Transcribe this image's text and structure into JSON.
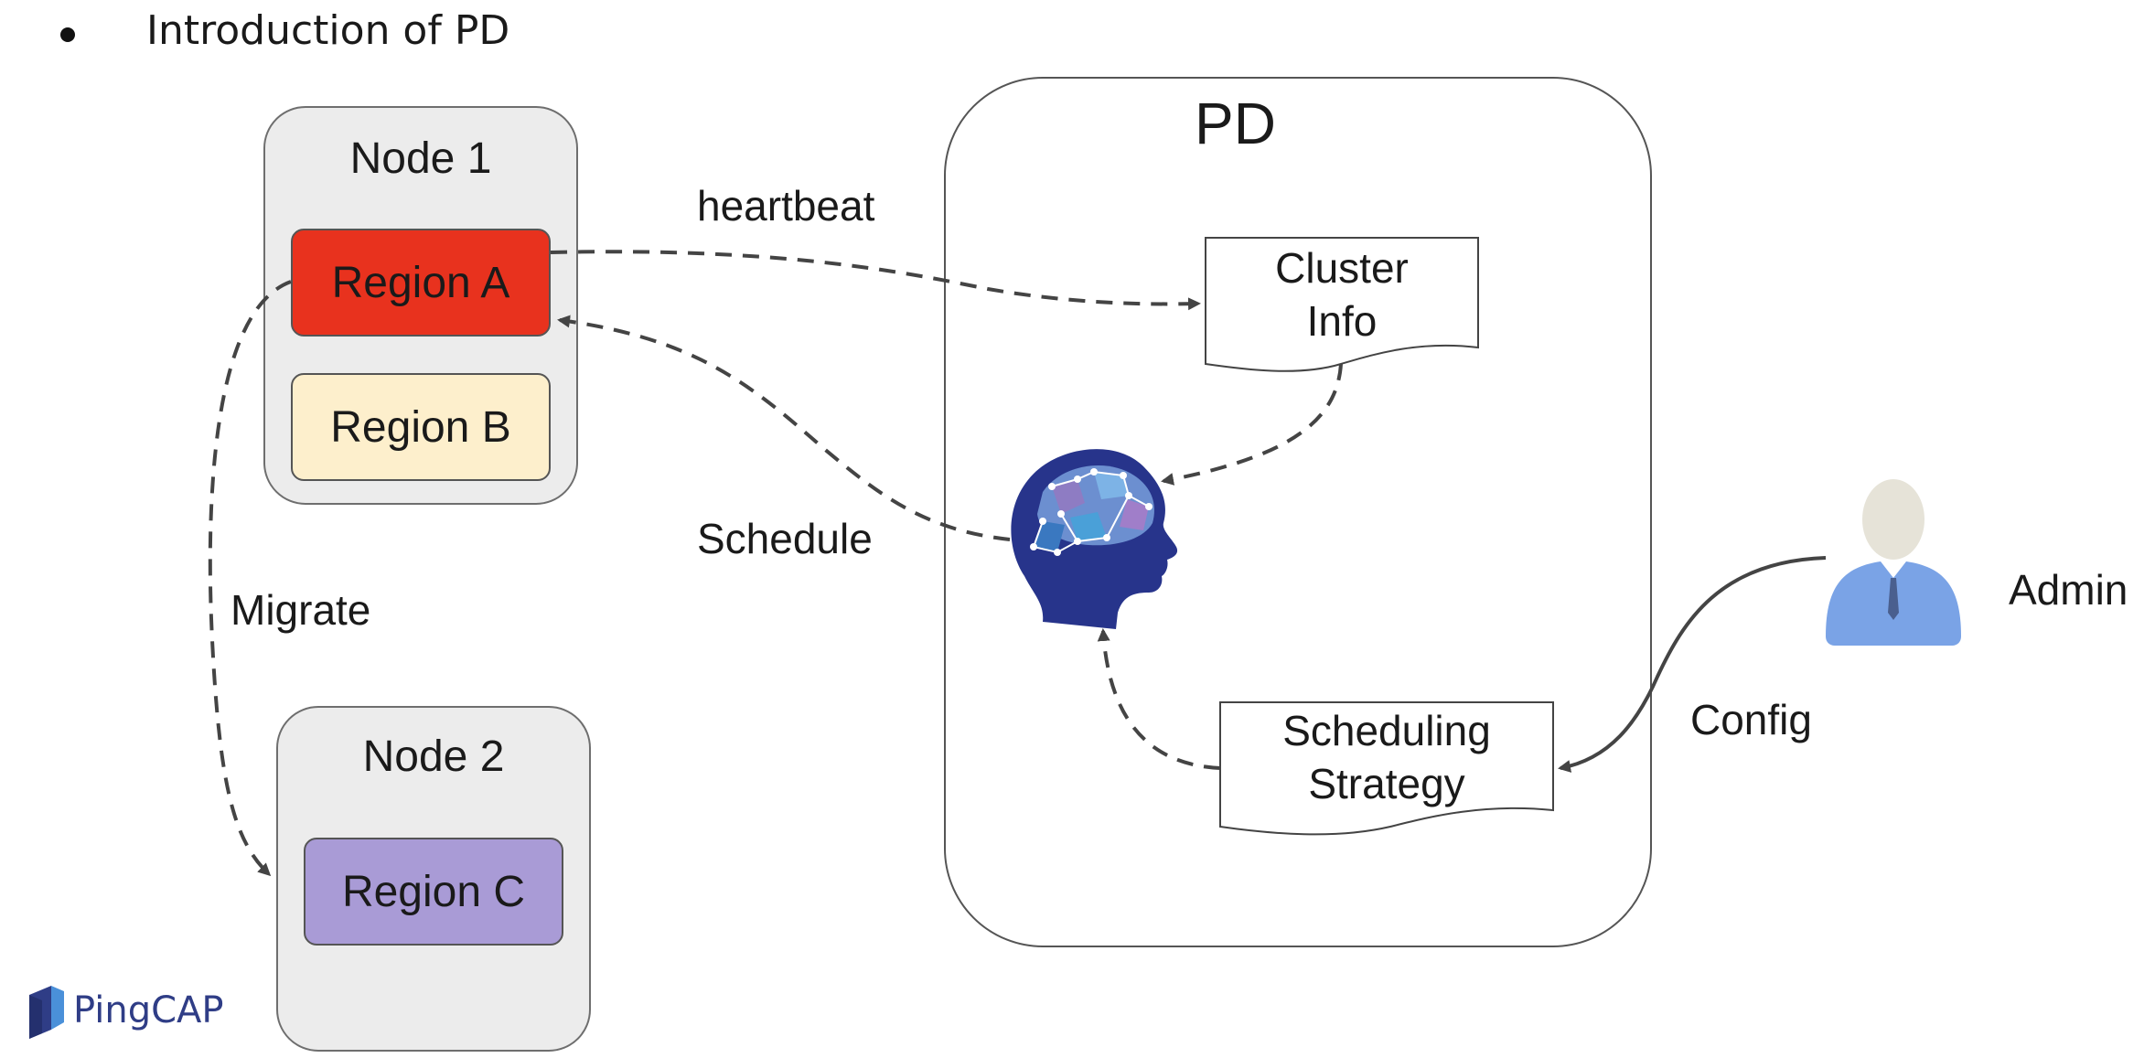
{
  "slide": {
    "title": "Introduction of PD"
  },
  "nodes": [
    {
      "label": "Node 1",
      "regions": [
        {
          "label": "Region A",
          "color": "#e8321e"
        },
        {
          "label": "Region B",
          "color": "#fdefcc"
        }
      ]
    },
    {
      "label": "Node 2",
      "regions": [
        {
          "label": "Region C",
          "color": "#a99bd6"
        }
      ]
    }
  ],
  "pd": {
    "title": "PD",
    "cluster_info": "Cluster\nInfo",
    "scheduling_strategy": "Scheduling\nStrategy",
    "brain_icon": "brain-icon"
  },
  "edges": {
    "heartbeat": "heartbeat",
    "schedule": "Schedule",
    "migrate": "Migrate",
    "config": "Config"
  },
  "admin": {
    "label": "Admin",
    "icon": "user-icon"
  },
  "logo": {
    "text": "PingCAP",
    "color": "#2f3d86"
  }
}
